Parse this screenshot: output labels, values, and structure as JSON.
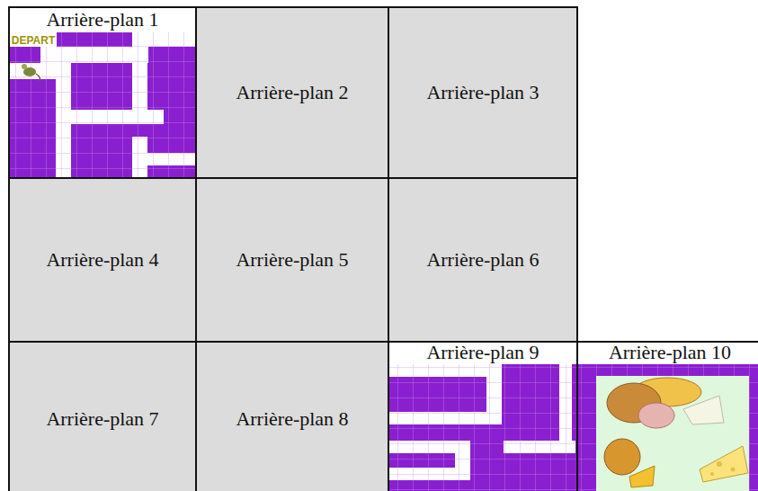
{
  "diagram": {
    "nodes": [
      {
        "text": [
          "Arrière-plan 1"
        ]
      },
      {
        "text": [
          "Arrière-plan 2"
        ]
      },
      {
        "text": [
          "Arrière-plan 3"
        ]
      },
      {
        "text": [
          "Arrière-plan 4"
        ]
      },
      {
        "text": [
          "Arrière-plan 5"
        ]
      },
      {
        "text": [
          "Arrière-plan 6"
        ]
      },
      {
        "text": [
          "Arrière-plan 7"
        ]
      },
      {
        "text": [
          "Arrière-plan 8"
        ]
      },
      {
        "text": [
          "Arrière-plan 9"
        ]
      },
      {
        "text": [
          "Arrière-plan 10"
        ]
      }
    ],
    "labels": [
      "DEPART"
    ]
  }
}
